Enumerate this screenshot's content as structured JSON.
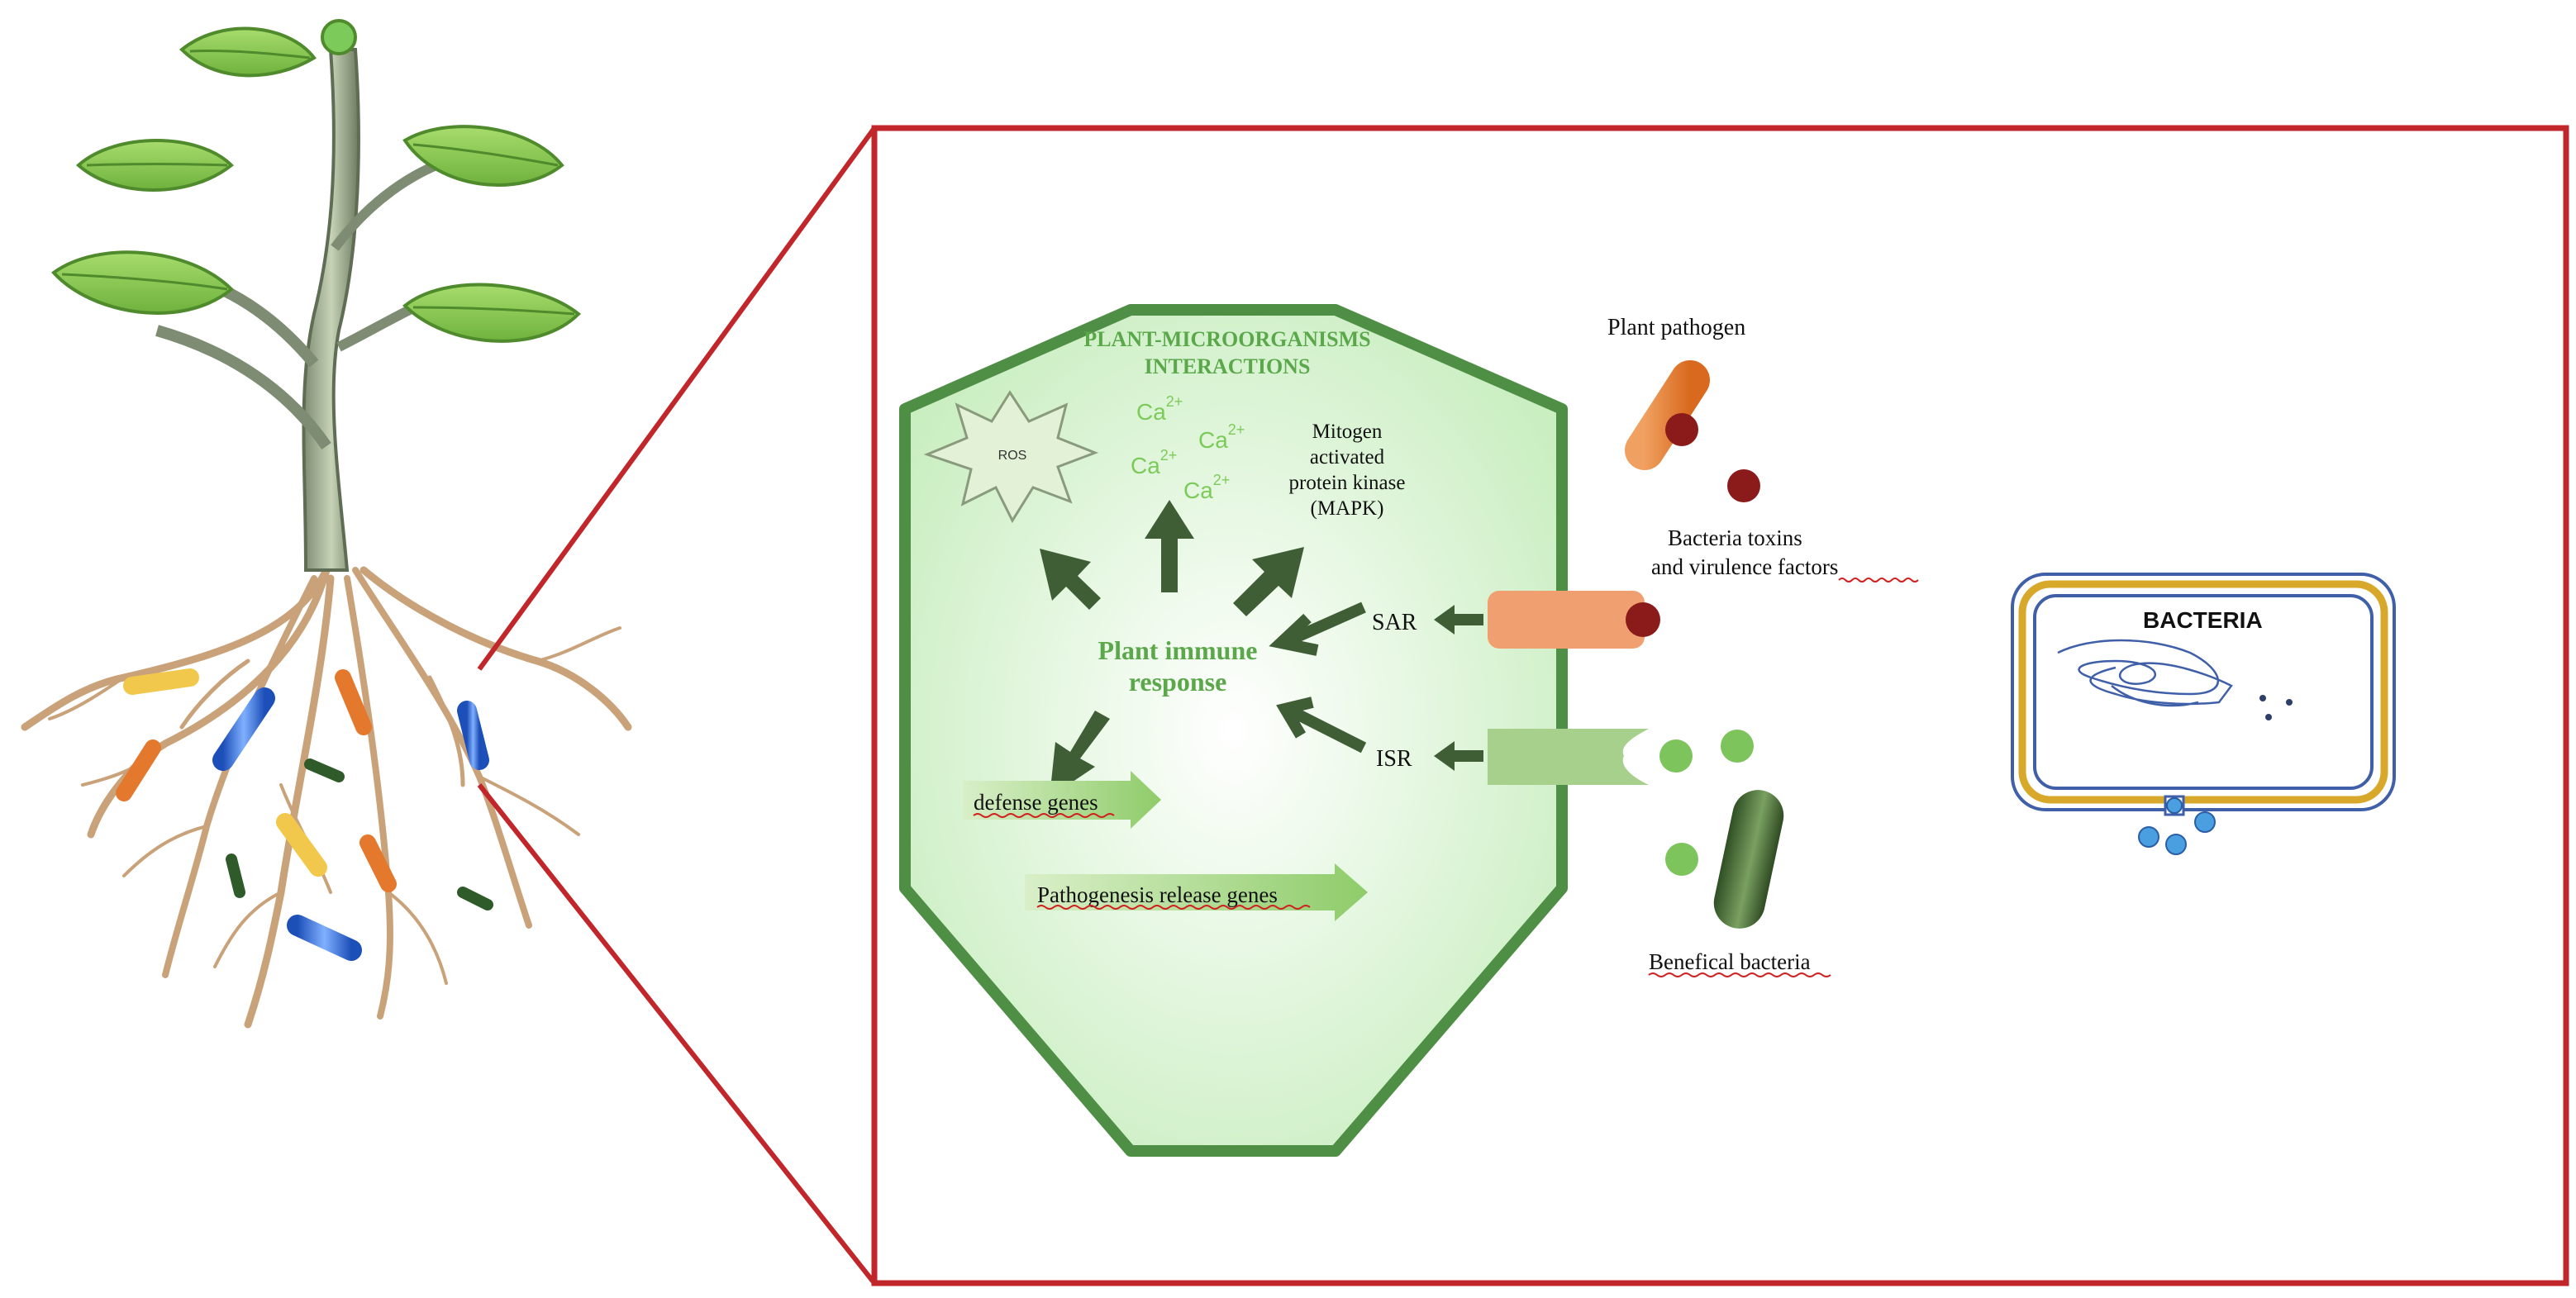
{
  "hexagon": {
    "title_line1": "PLANT-MICROORGANISMS",
    "title_line2": "INTERACTIONS",
    "ros_label": "ROS",
    "ca_label": "Ca",
    "ca_superscript": "2+",
    "mapk_line1": "Mitogen",
    "mapk_line2": "activated",
    "mapk_line3": "protein kinase",
    "mapk_line4": "(MAPK)",
    "immune_line1": "Plant immune",
    "immune_line2": "response",
    "defense_genes": "defense genes",
    "pathogenesis_genes": "Pathogenesis release genes"
  },
  "receptors": {
    "sar_label": "SAR",
    "isr_label": "ISR"
  },
  "microbes": {
    "plant_pathogen": "Plant pathogen",
    "toxins_line1": "Bacteria toxins",
    "toxins_line2": "and virulence factors",
    "beneficial": "Benefical bacteria"
  },
  "bacteria_cell": {
    "label": "BACTERIA"
  },
  "colors": {
    "frame_red": "#c0262a",
    "hex_border": "#4f8f45",
    "hex_title": "#5aa84a",
    "arrow_dark": "#3f5e36",
    "pathogen_orange": "#f0a070",
    "beneficial_green": "#a8d08d",
    "toxin_dark_red": "#8b1a1a",
    "ca_green": "#7ccb5a"
  }
}
